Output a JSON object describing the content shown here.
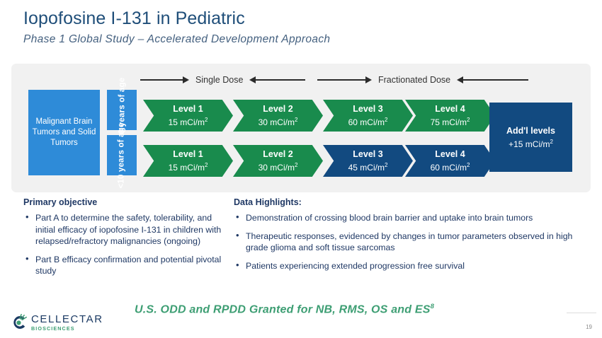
{
  "slide": {
    "title": "Iopofosine I-131 in Pediatric",
    "subtitle": "Phase 1 Global Study – Accelerated Development Approach",
    "page_number": "19"
  },
  "diagram": {
    "population_box": "Malignant Brain Tumors and Solid Tumors",
    "age_groups": [
      {
        "label": "≥10 years of age"
      },
      {
        "label": "<10 years of age"
      }
    ],
    "flow_labels": [
      {
        "text": "Single Dose"
      },
      {
        "text": "Fractionated Dose"
      }
    ],
    "cohort_rows": [
      {
        "levels": [
          {
            "name": "Level 1",
            "dose": "15 mCi/m",
            "exp": "2",
            "color": "green"
          },
          {
            "name": "Level 2",
            "dose": "30 mCi/m",
            "exp": "2",
            "color": "green"
          },
          {
            "name": "Level 3",
            "dose": "60 mCi/m",
            "exp": "2",
            "color": "green"
          },
          {
            "name": "Level 4",
            "dose": "75 mCi/m",
            "exp": "2",
            "color": "green"
          }
        ]
      },
      {
        "levels": [
          {
            "name": "Level 1",
            "dose": "15 mCi/m",
            "exp": "2",
            "color": "green"
          },
          {
            "name": "Level 2",
            "dose": "30 mCi/m",
            "exp": "2",
            "color": "green"
          },
          {
            "name": "Level 3",
            "dose": "45 mCi/m",
            "exp": "2",
            "color": "navy"
          },
          {
            "name": "Level 4",
            "dose": "60 mCi/m",
            "exp": "2",
            "color": "navy"
          }
        ]
      }
    ],
    "additional_levels": {
      "title": "Add'l levels",
      "dose": "+15 mCi/m",
      "exp": "2"
    }
  },
  "primary_objective": {
    "heading": "Primary objective",
    "bullets": [
      "Part A to determine the safety, tolerability, and initial efficacy of iopofosine I-131 in children with relapsed/refractory malignancies (ongoing)",
      "Part B efficacy confirmation and potential pivotal study"
    ]
  },
  "data_highlights": {
    "heading": "Data Highlights:",
    "bullets": [
      "Demonstration of crossing blood brain barrier and uptake into brain tumors",
      "Therapeutic responses, evidenced by changes in tumor parameters observed in high grade glioma and soft tissue sarcomas",
      "Patients experiencing extended progression free survival"
    ]
  },
  "footnote": {
    "text": "U.S. ODD and RPDD Granted for NB, RMS, OS and ES",
    "superscript": "8"
  },
  "logo": {
    "name": "CELLECTAR",
    "tagline": "BIOSCIENCES"
  },
  "colors": {
    "green": "#198b4d",
    "navy": "#124a80",
    "blue": "#2e8bd8",
    "panel": "#f1f1f1",
    "text": "#1f3864",
    "footnote_green": "#3d9e73"
  }
}
